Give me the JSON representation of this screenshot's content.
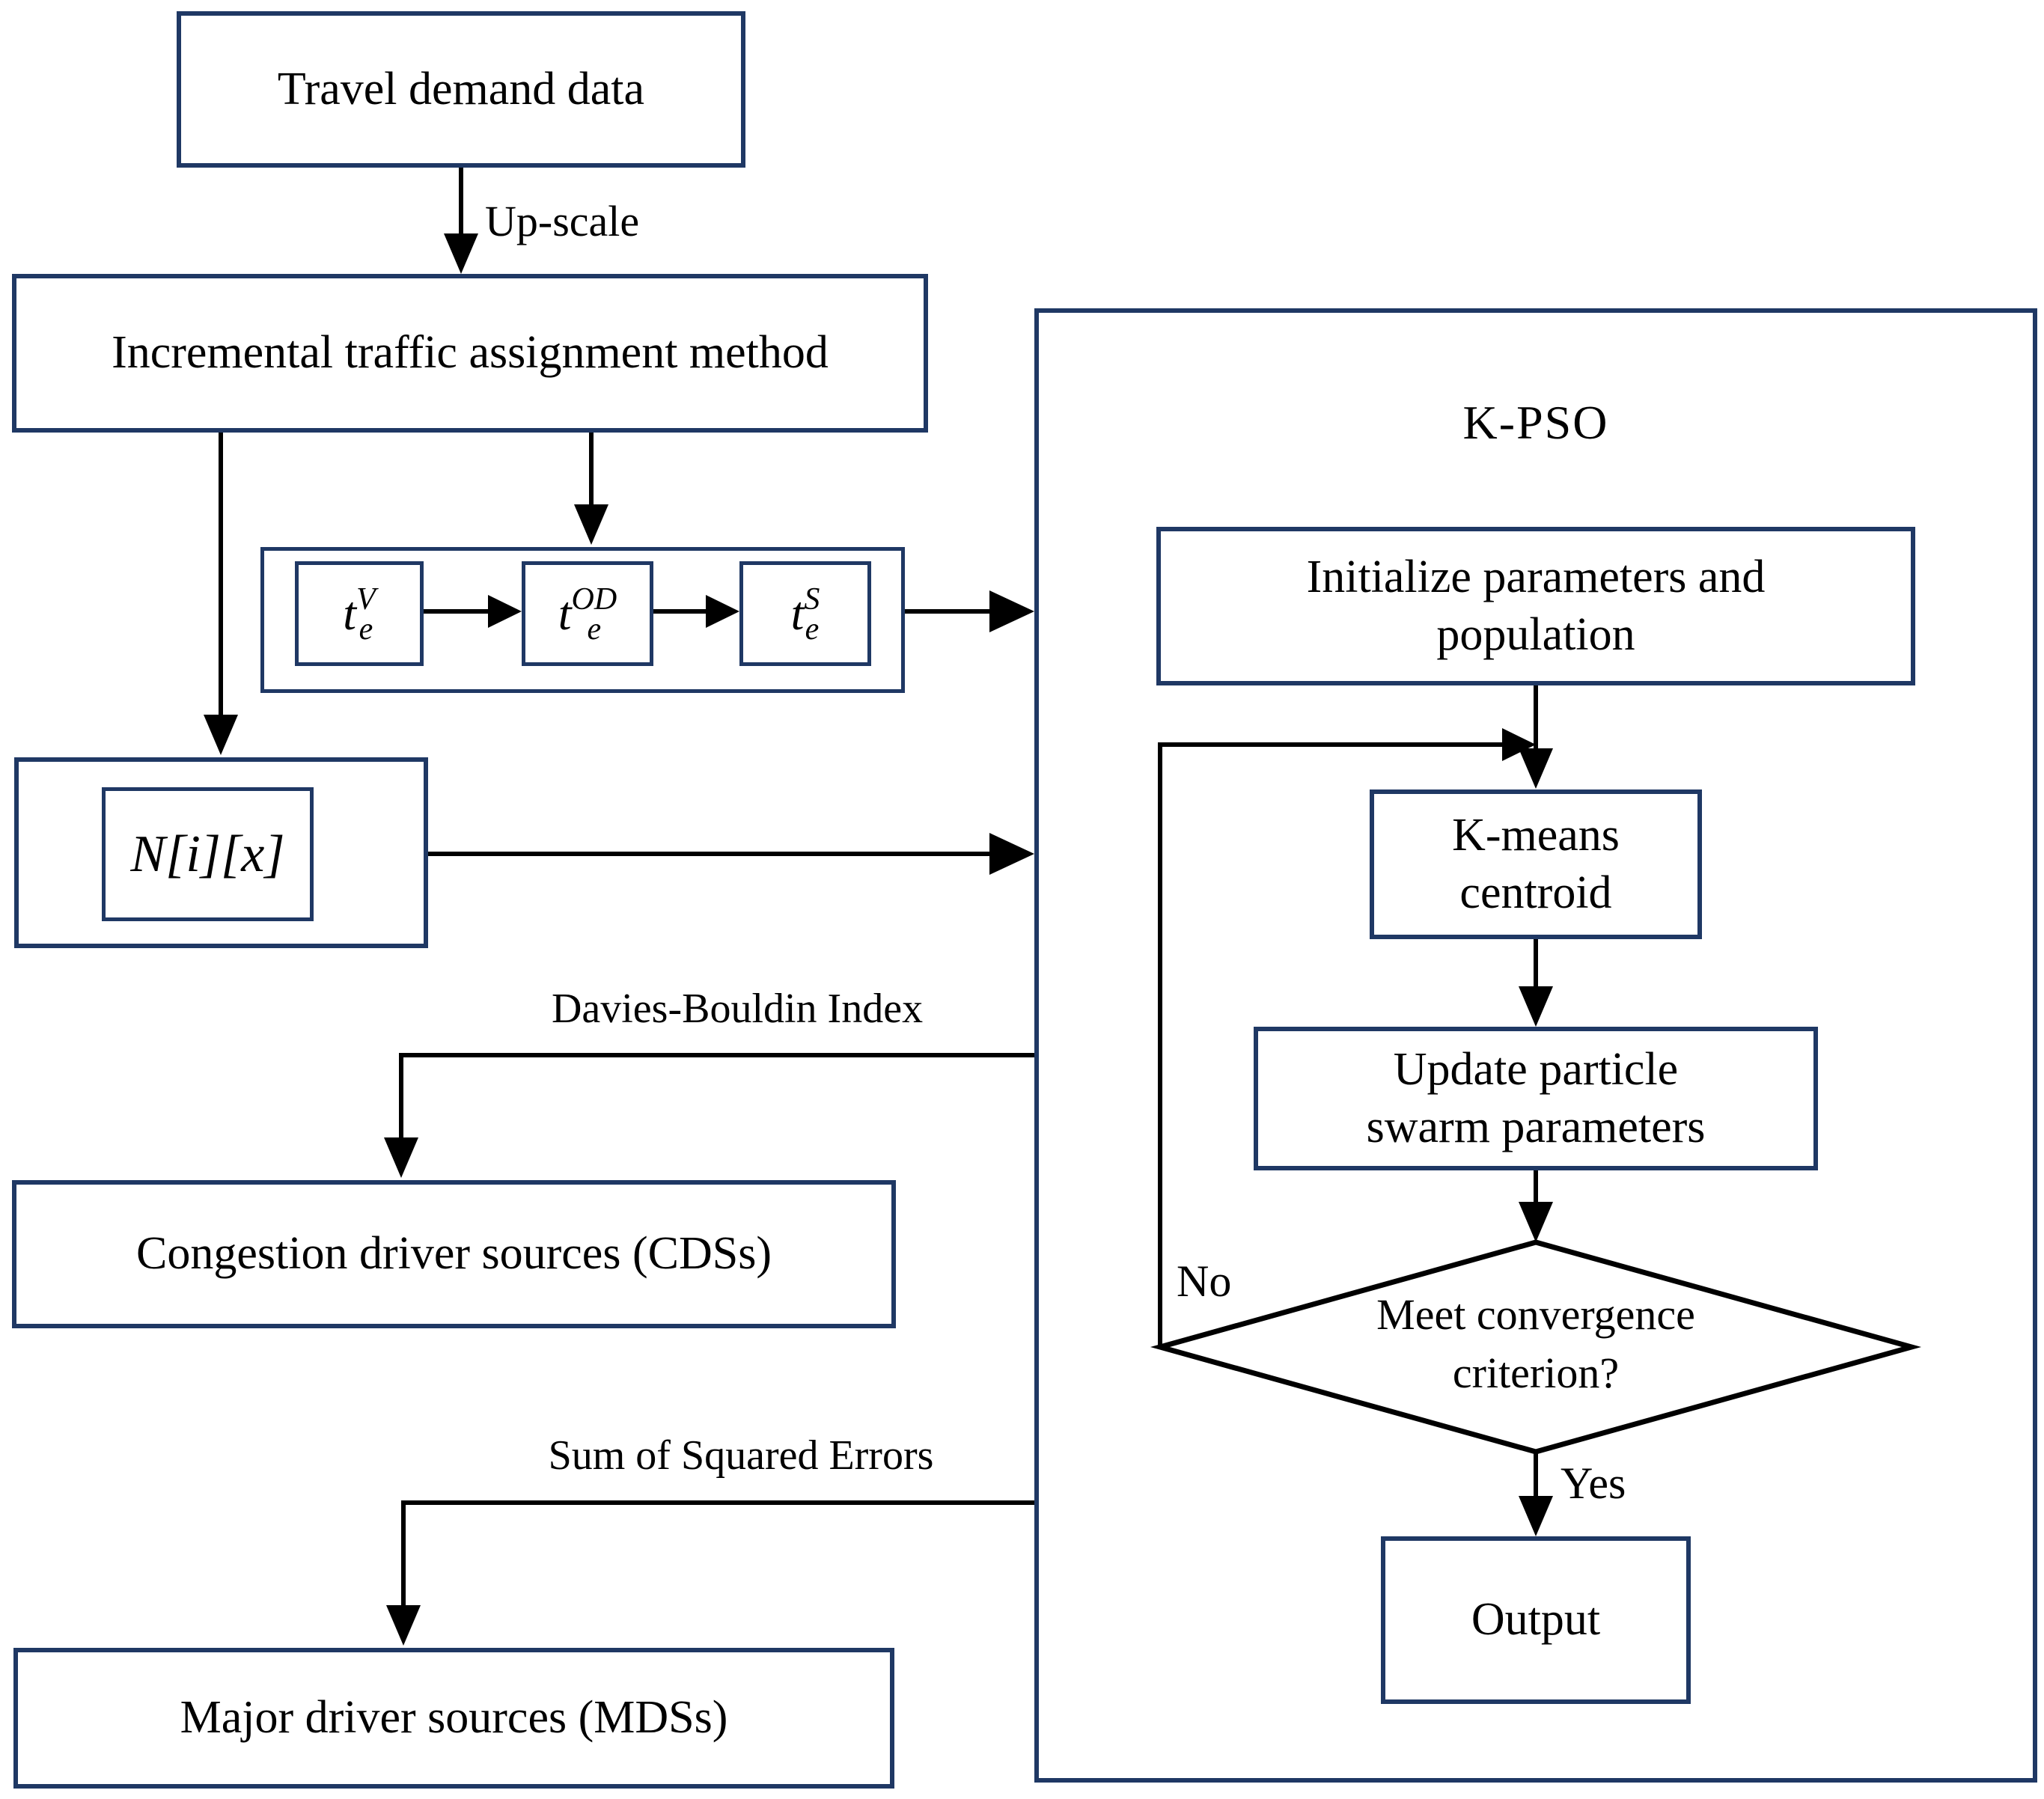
{
  "colors": {
    "border": "#1f3864",
    "line": "#000000",
    "text": "#000000",
    "background": "#ffffff"
  },
  "nodes": {
    "travel": {
      "label": "Travel demand data"
    },
    "ita": {
      "label": "Incremental traffic assignment method"
    },
    "pipeline": {
      "t_v": {
        "base": "t",
        "sub": "e",
        "sup": "V"
      },
      "t_od": {
        "base": "t",
        "sub": "e",
        "sup": "OD"
      },
      "t_s": {
        "base": "t",
        "sub": "e",
        "sup": "S"
      }
    },
    "n_matrix": {
      "label": "N[i][x]"
    },
    "cdss": {
      "label": "Congestion driver sources (CDSs)"
    },
    "mdss": {
      "label": "Major driver sources (MDSs)"
    },
    "kpso": {
      "label": "K-PSO"
    },
    "init": {
      "line1": "Initialize parameters and",
      "line2": "population"
    },
    "kmeans": {
      "line1": "K-means",
      "line2": "centroid"
    },
    "update": {
      "line1": "Update particle",
      "line2": "swarm parameters"
    },
    "decision": {
      "line1": "Meet convergence",
      "line2": "criterion?"
    },
    "output": {
      "label": "Output"
    }
  },
  "edges": {
    "upscale": {
      "label": "Up-scale"
    },
    "dbi": {
      "label": "Davies-Bouldin Index"
    },
    "sse": {
      "label": "Sum of Squared Errors"
    },
    "no": {
      "label": "No"
    },
    "yes": {
      "label": "Yes"
    }
  }
}
